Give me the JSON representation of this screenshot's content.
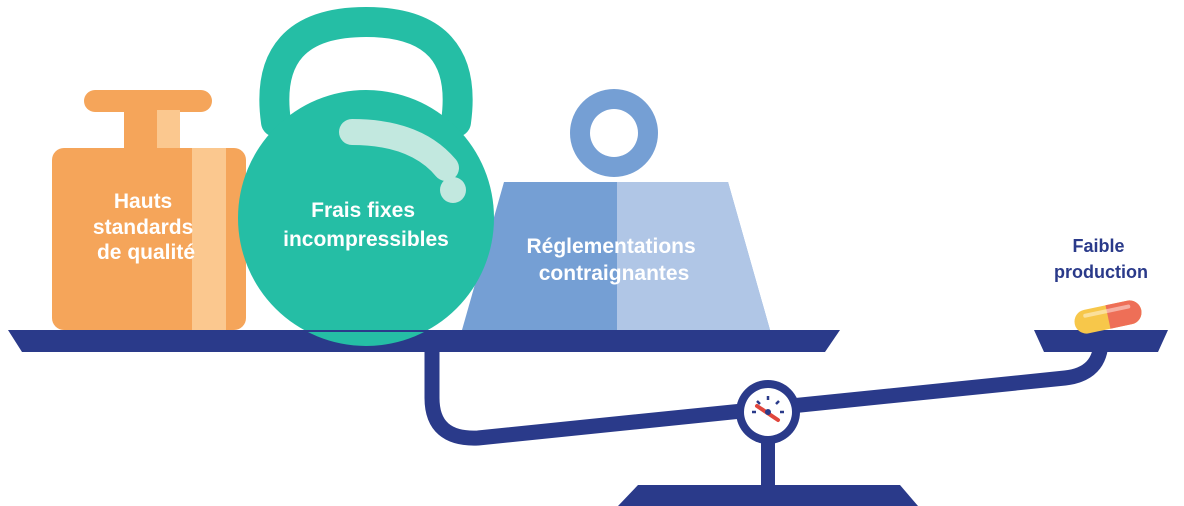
{
  "weights": [
    {
      "id": "quality",
      "shape": "mass-weight",
      "color": "#f5a55a",
      "lines": [
        "Hauts",
        "standards",
        "de qualité"
      ]
    },
    {
      "id": "fixed-costs",
      "shape": "kettlebell",
      "color": "#25bea5",
      "lines": [
        "Frais fixes",
        "incompressibles"
      ]
    },
    {
      "id": "regulations",
      "shape": "trapezoid-weight",
      "color": "#759fd4",
      "lines": [
        "Réglementations",
        "contraignantes"
      ]
    }
  ],
  "counterweight": {
    "shape": "pill",
    "lines": [
      "Faible",
      "production"
    ],
    "label_color": "#2a3a8a"
  },
  "colors": {
    "scale": "#2a3a8a",
    "gauge_needle": "#e0463c"
  }
}
